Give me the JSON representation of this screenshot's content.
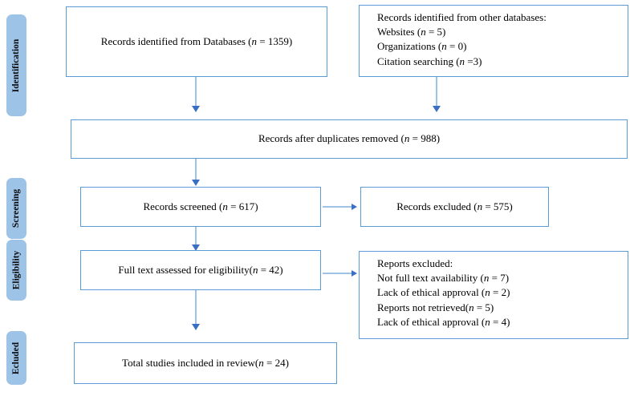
{
  "diagram": {
    "title": "PRISMA flow diagram",
    "type": "prisma-flow-diagram",
    "colors": {
      "stage_pill_fill": "#9DC3E6",
      "box_border": "#5B9BD5",
      "box_fill": "#FFFFFF",
      "connector_line": "#9DC3E6",
      "arrow_head": "#3B6FC4",
      "text": "#000000"
    }
  },
  "stages": [
    {
      "id": "identification",
      "label": "Identification"
    },
    {
      "id": "screening",
      "label": "Screening"
    },
    {
      "id": "eligibility",
      "label": "Eligibility"
    },
    {
      "id": "excluded",
      "label": "Ecluded"
    }
  ],
  "boxes": {
    "records_identified_databases": {
      "prefix": "Records identified from Databases (",
      "n_symbol": "n",
      "suffix": " = 1359)",
      "count": 1359
    },
    "records_identified_other": {
      "heading": "Records identified from other databases:",
      "lines": [
        {
          "prefix": "Websites (",
          "n_symbol": "n",
          "suffix": " = 5)",
          "count": 5
        },
        {
          "prefix": "Organizations (",
          "n_symbol": "n",
          "suffix": " = 0)",
          "count": 0
        },
        {
          "prefix": "Citation searching (",
          "n_symbol": "n",
          "suffix": " =3)",
          "count": 3
        }
      ]
    },
    "records_after_duplicates": {
      "prefix": "Records after duplicates removed (",
      "n_symbol": "n",
      "suffix": " = 988)",
      "count": 988
    },
    "records_screened": {
      "prefix": "Records screened (",
      "n_symbol": "n",
      "suffix": " = 617)",
      "count": 617
    },
    "records_excluded": {
      "prefix": "Records excluded (",
      "n_symbol": "n",
      "suffix": " = 575)",
      "count": 575
    },
    "full_text_assessed": {
      "prefix": "Full text assessed for eligibility(",
      "n_symbol": "n",
      "suffix": " = 42)",
      "count": 42
    },
    "reports_excluded": {
      "heading": "Reports excluded:",
      "lines": [
        {
          "prefix": "Not full text availability (",
          "n_symbol": "n",
          "suffix": " = 7)",
          "count": 7
        },
        {
          "prefix": "Lack of ethical approval (",
          "n_symbol": "n",
          "suffix": " = 2)",
          "count": 2
        },
        {
          "prefix": "Reports not retrieved(",
          "n_symbol": "n",
          "suffix": " = 5)",
          "count": 5
        },
        {
          "prefix": "Lack of ethical approval (",
          "n_symbol": "n",
          "suffix": " = 4)",
          "count": 4
        }
      ]
    },
    "total_included": {
      "prefix": "Total studies included in review(",
      "n_symbol": "n",
      "suffix": " = 24)",
      "count": 24
    }
  }
}
